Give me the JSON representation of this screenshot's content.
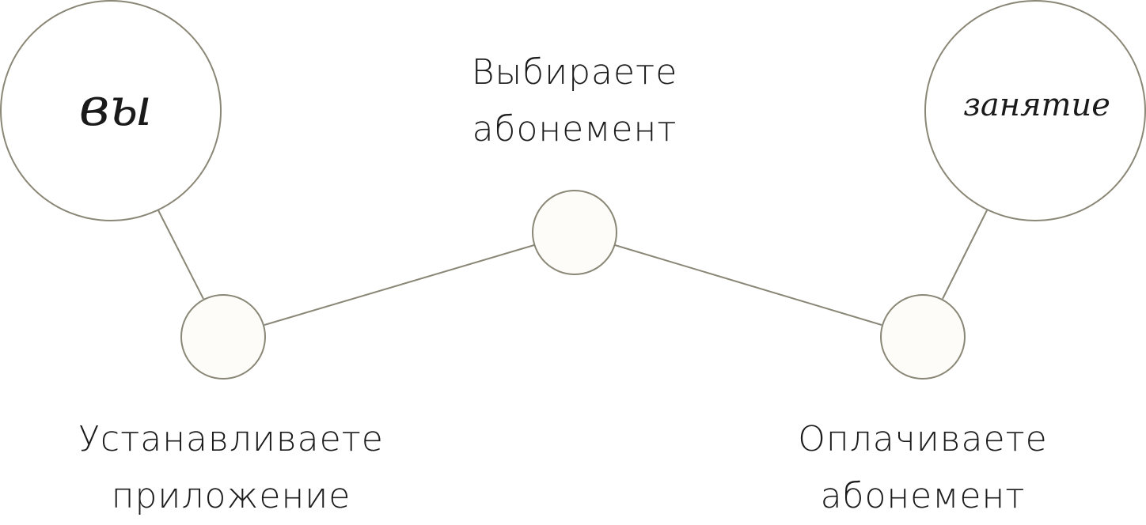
{
  "colors": {
    "stroke": "#8a8777",
    "small_node_fill": "#fdfcf8",
    "big_node_fill": "#ffffff",
    "text": "#1c1c1c"
  },
  "start_badge": {
    "text": "вы"
  },
  "end_badge": {
    "text": "занятие"
  },
  "steps": [
    {
      "line1": "Устанавливаете",
      "line2": "приложение"
    },
    {
      "line1": "Выбираете",
      "line2": "абонемент"
    },
    {
      "line1": "Оплачиваете",
      "line2": "абонемент"
    }
  ]
}
